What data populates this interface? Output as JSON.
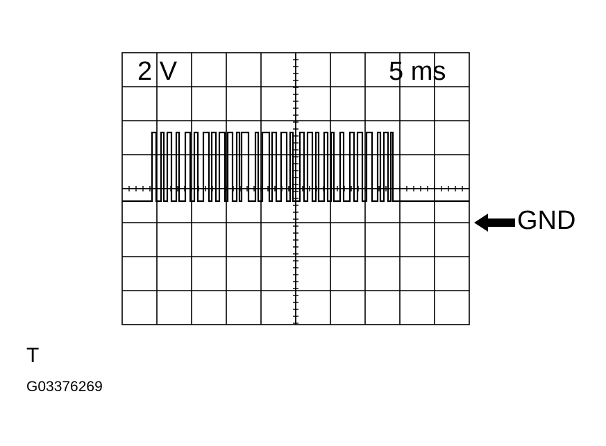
{
  "scope": {
    "volts_per_div": "2 V",
    "time_per_div": "5 ms",
    "ground_marker": "GND"
  },
  "caption": {
    "terminal": "T",
    "figure_code": "G03376269"
  }
}
